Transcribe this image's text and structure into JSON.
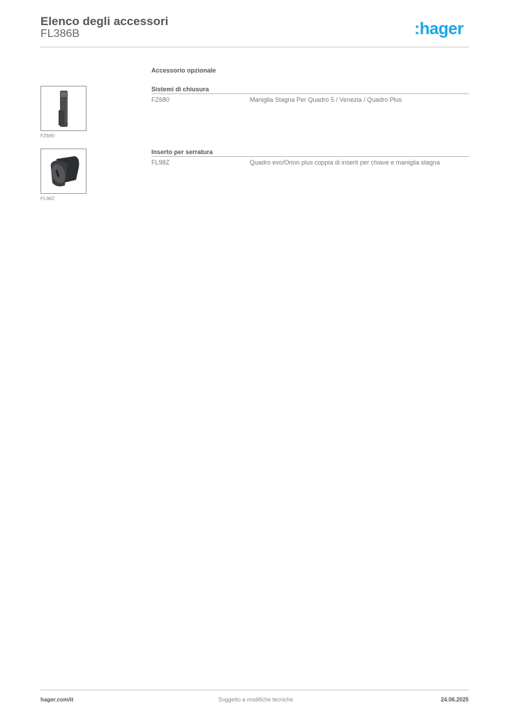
{
  "header": {
    "title": "Elenco degli accessori",
    "product_code": "FL386B",
    "logo_text": ":hager",
    "logo_color": "#1aa7e8"
  },
  "section": {
    "title": "Accessorio opzionale",
    "groups": [
      {
        "title": "Sistemi di chiusura",
        "items": [
          {
            "code": "FZ680",
            "description": "Maniglia Stagna Per Quadro 5 / Venezia / Quadro Plus"
          }
        ],
        "image_caption": "FZ680",
        "image_icon": "handle-image"
      },
      {
        "title": "Inserto per serratura",
        "items": [
          {
            "code": "FL98Z",
            "description": "Quadro evo/Orion plus coppia di inserti per chiave e maniglia stagna"
          }
        ],
        "image_caption": "FL98Z",
        "image_icon": "lock-insert-image"
      }
    ]
  },
  "footer": {
    "website": "hager.com/it",
    "notice": "Soggetto a modifiche tecniche",
    "date": "24.06.2025"
  }
}
